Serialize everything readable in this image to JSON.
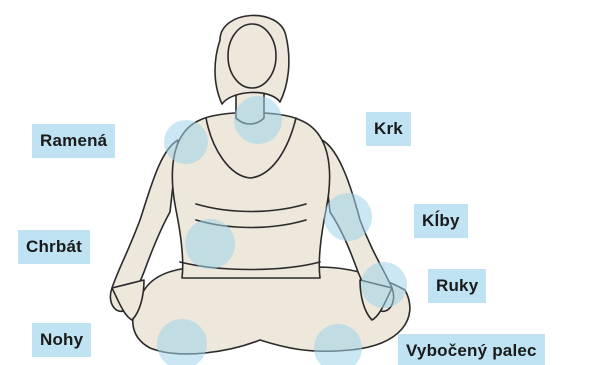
{
  "labels": {
    "ramena": "Ramená",
    "krk": "Krk",
    "kiby": "Kĺby",
    "chrbat": "Chrbát",
    "ruky": "Ruky",
    "nohy": "Nohy",
    "palec": "Vybočený palec"
  },
  "colors": {
    "label_background": "#bfe3f2",
    "highlight_spot": "#9fd3ea",
    "body_fill": "#ede7dc",
    "outline": "#2a2a2a"
  }
}
